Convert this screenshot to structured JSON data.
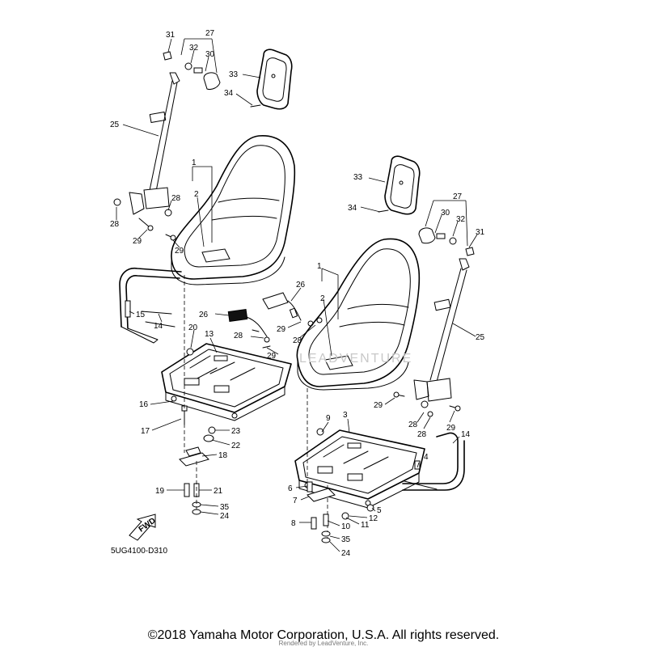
{
  "diagram_code": "5UG4100-D310",
  "fwd_label": "FWD",
  "copyright": "©2018 Yamaha Motor Corporation, U.S.A. All rights reserved.",
  "render_credit": "Rendered by LeadVenture, Inc.",
  "watermark": "LEADVENTURE",
  "callouts": [
    "31",
    "27",
    "32",
    "30",
    "33",
    "34",
    "25",
    "1",
    "2",
    "28",
    "28",
    "29",
    "29",
    "15",
    "14",
    "20",
    "13",
    "26",
    "29",
    "28",
    "26",
    "29",
    "28",
    "1",
    "2",
    "33",
    "34",
    "27",
    "30",
    "32",
    "31",
    "25",
    "16",
    "17",
    "23",
    "22",
    "18",
    "19",
    "21",
    "35",
    "24",
    "9",
    "3",
    "29",
    "28",
    "28",
    "29",
    "14",
    "4",
    "6",
    "7",
    "5",
    "12",
    "8",
    "10",
    "11",
    "35",
    "24"
  ]
}
